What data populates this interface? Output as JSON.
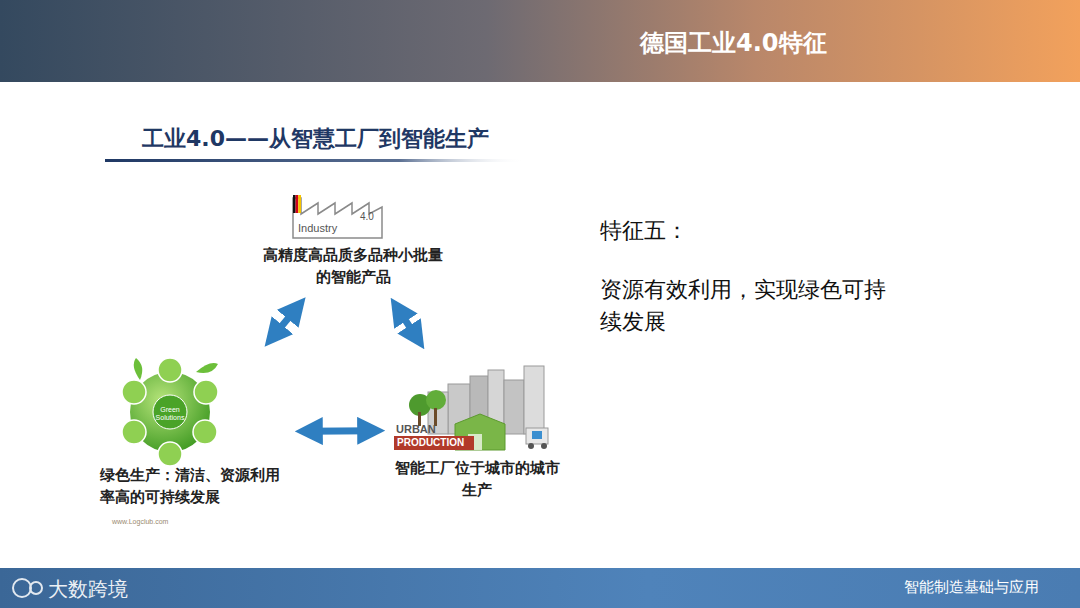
{
  "diagram": {
    "title": "德国工业4.0特征",
    "nodes": [
      {
        "text": [
          "高精度高品质多品种小批量的智能产品"
        ]
      },
      {
        "text": [
          "绿色生产：清洁、资源利用率高的可持续发展"
        ]
      },
      {
        "text": [
          "智能工厂位于城市的城市生产"
        ]
      }
    ],
    "edges": [
      {
        "from": 0,
        "to": 1,
        "arrow": "both"
      },
      {
        "from": 0,
        "to": 2,
        "arrow": "both"
      },
      {
        "from": 1,
        "to": 2,
        "arrow": "both"
      }
    ],
    "labels": [
      "工业4.0——从智慧工厂到智能生产",
      "Industry",
      "4.0",
      "Green Solutions",
      "URBAN",
      "PRODUCTION",
      "www.Logclub.com",
      "特征五：",
      "资源有效利用，实现绿色可持续发展",
      "大数跨境",
      "智能制造基础与应用"
    ]
  }
}
